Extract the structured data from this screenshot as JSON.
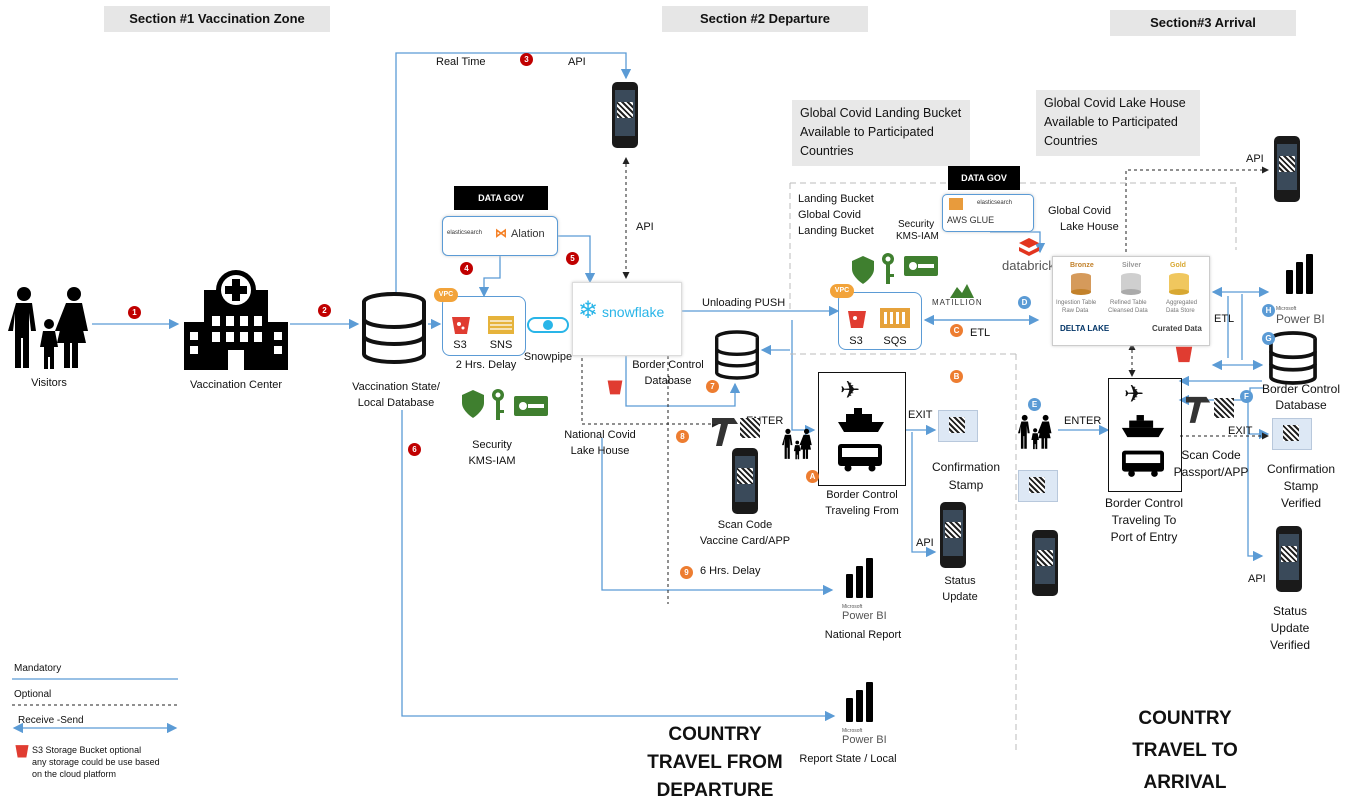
{
  "sections": {
    "s1": "Section #1 Vaccination Zone",
    "s2": "Section #2 Departure",
    "s3": "Section#3 Arrival"
  },
  "notes": {
    "landing": "Global Covid  Landing Bucket Available to Participated Countries",
    "lake": "Global Covid  Lake House Available to Participated Countries"
  },
  "labels": {
    "visitors": "Visitors",
    "vaccination_center": "Vaccination Center",
    "vaccination_state_l1": "Vaccination State/",
    "vaccination_state_l2": "Local Database",
    "real_time": "Real Time",
    "api_top": "API",
    "api_mid": "API",
    "data_gov_1": "DATA GOV",
    "data_gov_2": "DATA GOV",
    "elasticsearch": "elasticsearch",
    "alation": "Alation",
    "vpc_1": "VPC",
    "s3_1": "S3",
    "sns": "SNS",
    "delay_2hrs": "2 Hrs. Delay",
    "snowpipe": "Snowpipe",
    "snowflake": "snowflake",
    "security_1_l1": "Security",
    "security_1_l2": "KMS-IAM",
    "national_lake_l1": "National Covid",
    "national_lake_l2": "Lake House",
    "border_db_dep_l1": "Border Control",
    "border_db_dep_l2": "Database",
    "unloading_push": "Unloading PUSH",
    "enter_dep": "ENTER",
    "exit_dep": "EXIT",
    "landing_bucket_l1": "Landing  Bucket",
    "landing_bucket_l2": "Global Covid",
    "landing_bucket_l3": "Landing Bucket",
    "security_2_l1": "Security",
    "security_2_l2": "KMS-IAM",
    "aws_glue": "AWS GLUE",
    "global_lake_l1": "Global Covid",
    "global_lake_l2": "Lake House",
    "databricks": "databricks",
    "vpc_2": "VPC",
    "s3_2": "S3",
    "sqs": "SQS",
    "matillion": "MATILLION",
    "etl_1": "ETL",
    "etl_2": "ETL",
    "bronze": "Bronze",
    "silver": "Silver",
    "gold": "Gold",
    "ingestion_l1": "Ingestion Table",
    "ingestion_l2": "Raw Data",
    "refined_l1": "Refined Table",
    "refined_l2": "Cleansed Data",
    "aggregated_l1": "Aggregated",
    "aggregated_l2": "Data Store",
    "delta_lake": "DELTA LAKE",
    "curated_data": "Curated Data",
    "api_right": "API",
    "power_bi": "Power BI",
    "microsoft": "Microsoft",
    "border_db_arr_l1": "Border Control",
    "border_db_arr_l2": "Database",
    "confirmation_dep_l1": "Confirmation",
    "confirmation_dep_l2": "Stamp",
    "border_from_l1": "Border Control",
    "border_from_l2": "Traveling From",
    "scan_vaccine_l1": "Scan Code",
    "scan_vaccine_l2": "Vaccine Card/APP",
    "api_status": "API",
    "status_update_l1": "Status",
    "status_update_l2": "Update",
    "delay_6hrs": "6 Hrs. Delay",
    "national_report": "National Report",
    "report_state": "Report State / Local",
    "enter_arr": "ENTER",
    "exit_arr": "EXIT",
    "border_to_l1": "Border Control",
    "border_to_l2": "Traveling To",
    "border_to_l3": "Port of Entry",
    "scan_passport_l1": "Scan Code",
    "scan_passport_l2": "Passport/APP",
    "confirmation_arr_l1": "Confirmation",
    "confirmation_arr_l2": "Stamp",
    "confirmation_arr_l3": "Verified",
    "api_status_arr": "API",
    "status_arr_l1": "Status",
    "status_arr_l2": "Update",
    "status_arr_l3": "Verified"
  },
  "country_from": {
    "l1": "COUNTRY",
    "l2": "TRAVEL FROM",
    "l3": "DEPARTURE"
  },
  "country_to": {
    "l1": "COUNTRY",
    "l2": "TRAVEL TO",
    "l3": "ARRIVAL"
  },
  "legend": {
    "mandatory": "Mandatory",
    "optional": "Optional",
    "receive_send": "Receive -Send",
    "s3_note_l1": "S3 Storage Bucket  optional",
    "s3_note_l2": "any storage could be use based",
    "s3_note_l3": "on the cloud platform"
  },
  "badges": {
    "n1": "1",
    "n2": "2",
    "n3": "3",
    "n4": "4",
    "n5": "5",
    "n6": "6",
    "n7": "7",
    "n8": "8",
    "n9": "9",
    "A": "A",
    "B": "B",
    "C": "C",
    "D": "D",
    "E": "E",
    "F": "F",
    "G": "G",
    "H": "H"
  },
  "colors": {
    "mandatory_line": "#5b9bd5",
    "numbered_badge": "#c00000",
    "lettered_badge_orange": "#ed7d31",
    "lettered_badge_blue": "#5b9bd5",
    "section_header": "#e6e6e6",
    "snowflake": "#29b5e8",
    "s3_bucket": "#e03c31",
    "security_green": "#3f7f2f"
  },
  "icons": [
    "visitors-icon",
    "hospital-icon",
    "database-icon",
    "phone-qr-icon",
    "s3-bucket-icon",
    "sns-icon",
    "snowpipe-icon",
    "snowflake-icon",
    "shield-icon",
    "key-icon",
    "access-card-icon",
    "airplane-icon",
    "ship-icon",
    "bus-icon",
    "barcode-scanner-icon",
    "power-bi-icon",
    "databricks-icon",
    "sqs-icon",
    "matillion-icon",
    "aws-glue-icon",
    "elasticsearch-icon",
    "alation-icon"
  ]
}
